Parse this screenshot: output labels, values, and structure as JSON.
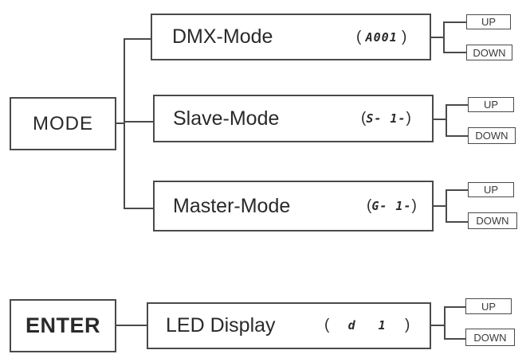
{
  "mode": {
    "label": "MODE"
  },
  "enter": {
    "label": "ENTER"
  },
  "items": [
    {
      "label": "DMX-Mode",
      "code_open": "(",
      "code": "A001",
      "code_close": ")",
      "up": "UP",
      "down": "DOWN"
    },
    {
      "label": "Slave-Mode",
      "code_open": "(",
      "code": "S- 1-",
      "code_close": ")",
      "up": "UP",
      "down": "DOWN"
    },
    {
      "label": "Master-Mode",
      "code_open": "(",
      "code": "G- 1-",
      "code_close": ")",
      "up": "UP",
      "down": "DOWN"
    },
    {
      "label": "LED Display",
      "code_open": "(",
      "code": "d 1",
      "code_close": ")",
      "up": "UP",
      "down": "DOWN"
    }
  ]
}
